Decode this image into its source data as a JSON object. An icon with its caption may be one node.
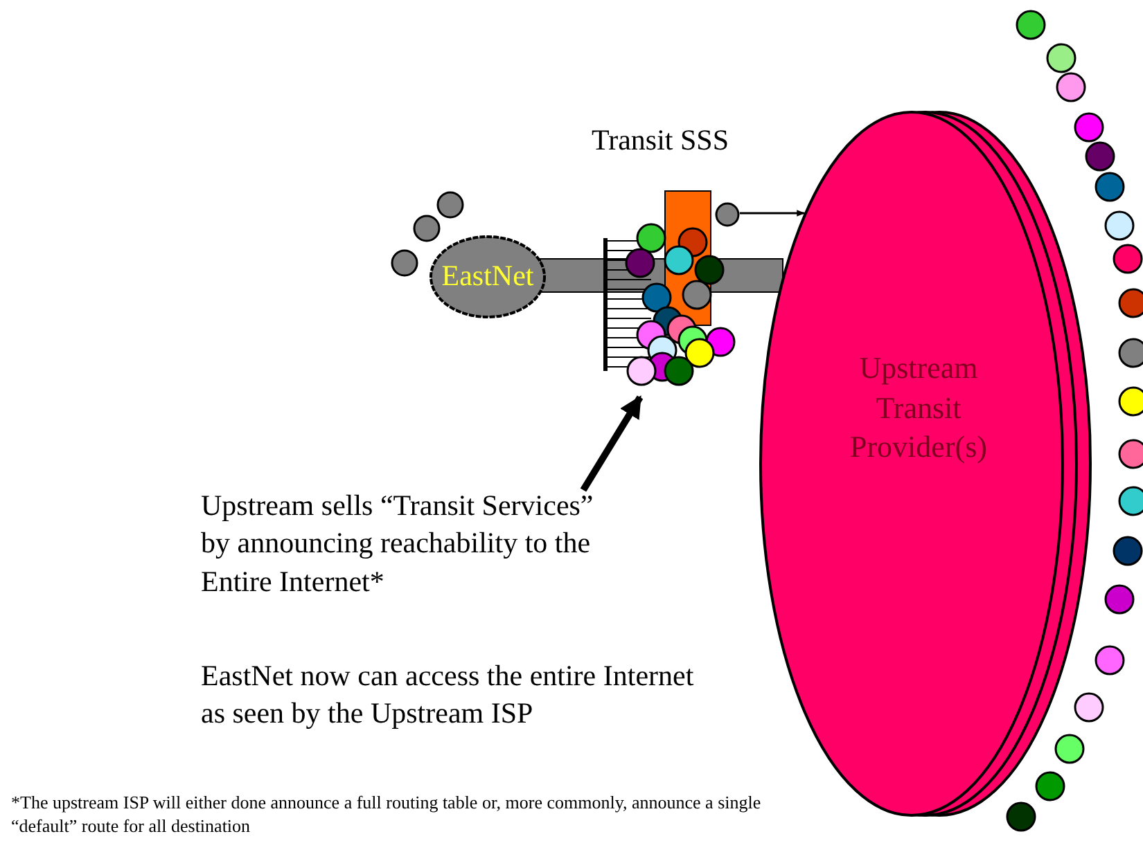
{
  "diagram": {
    "nodes": [
      {
        "text": [
          "EastNet"
        ]
      },
      {
        "text": [
          "Upstream Transit Provider(s)"
        ]
      },
      {
        "text": [],
        "shape": "circle"
      },
      {
        "text": [
          "Upstream sells “Transit Services” by announcing reachability to the Entire Internet*"
        ]
      }
    ],
    "edges": [
      {
        "from": 2,
        "to": 1,
        "arrow": "to"
      },
      {
        "from": 3,
        "to": null,
        "arrow": "to",
        "style": "thick"
      }
    ],
    "labels": [
      "Transit SSS",
      "EastNet now can access the entire Internet as seen by the Upstream ISP",
      "*The upstream ISP will either done announce a full routing table or, more commonly, announce a single “default” route for all destination"
    ]
  }
}
